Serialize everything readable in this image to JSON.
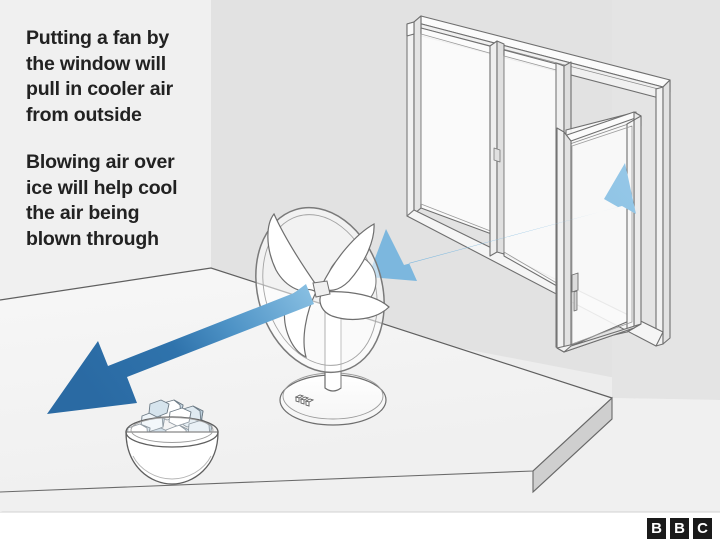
{
  "graphic": {
    "title": "Keeping cool with a fan by an open window",
    "type": "isometric-illustration"
  },
  "callouts": [
    {
      "id": "callout-window-fan",
      "text": "Putting a fan by\nthe window will\npull in cooler air\nfrom outside"
    },
    {
      "id": "callout-ice",
      "text": "Blowing air over\nice will help cool\nthe air being\nblown through"
    }
  ],
  "scene": {
    "objects": [
      {
        "name": "wall-back",
        "label": "Back wall"
      },
      {
        "name": "wall-side",
        "label": "Side wall"
      },
      {
        "name": "table",
        "label": "Table top"
      },
      {
        "name": "window",
        "label": "Patio door with open panel"
      },
      {
        "name": "fan",
        "label": "Electric desk fan"
      },
      {
        "name": "ice-bowl",
        "label": "Bowl of ice cubes"
      },
      {
        "name": "airflow-arrow-in",
        "label": "Cool air drawn in from outside"
      },
      {
        "name": "airflow-arrow-out",
        "label": "Chilled air blown across the room"
      }
    ]
  },
  "colors": {
    "background": "#ffffff",
    "wall_back": "#e2e2e2",
    "wall_side": "#e9e9e9",
    "panel_light": "#f0f0f0",
    "table_top": "#f4f4f4",
    "table_edge": "#c9c9c9",
    "floor": "#ededed",
    "arrow_light": "#86bde2",
    "arrow_dark": "#2c6da8",
    "ice_fill": "#ffffff",
    "ice_face": "#cfdde6",
    "line": "#7a7a7a",
    "text": "#222222",
    "logo_block": "#1a1a1a",
    "logo_letter": "#ffffff"
  },
  "branding": {
    "logo_letters": [
      "B",
      "B",
      "C"
    ]
  }
}
